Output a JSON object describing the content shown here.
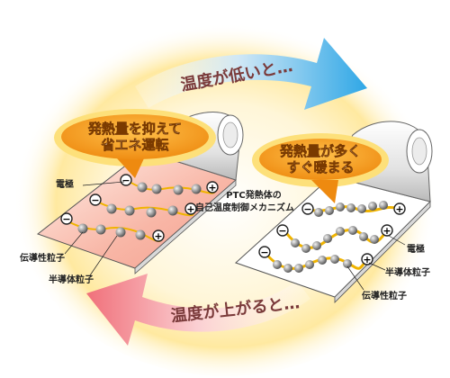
{
  "arrows": {
    "top_label": "温度が低いと…",
    "bottom_label": "温度が上がると…"
  },
  "center_caption": {
    "line1": "PTC発熱体の",
    "line2": "自己温度制御メカニズム"
  },
  "left_panel": {
    "bubble_line1": "発熱量を抑えて",
    "bubble_line2": "省エネ運転",
    "electrode_label": "電極",
    "conductive_label": "伝導性粒子",
    "semiconductor_label": "半導体粒子"
  },
  "right_panel": {
    "bubble_line1": "発熱量が多く",
    "bubble_line2": "すぐ暖まる",
    "electrode_label": "電極",
    "semiconductor_label": "半導体粒子",
    "conductive_label": "伝導性粒子"
  },
  "symbols": {
    "minus": "−",
    "plus": "+"
  },
  "colors": {
    "top_arrow": "#2fa7e6",
    "bottom_arrow": "#f0707a",
    "halo": "#ffe9a0",
    "bubble_fill": "#f6a21e",
    "bubble_ring": "#fde07a",
    "warm_sheet": "#f8b6a6",
    "conductive_line": "#f0b400",
    "particle": "#8a8a8a"
  },
  "icons": {
    "electrode_minus": "minus-circle-icon",
    "electrode_plus": "plus-circle-icon"
  }
}
